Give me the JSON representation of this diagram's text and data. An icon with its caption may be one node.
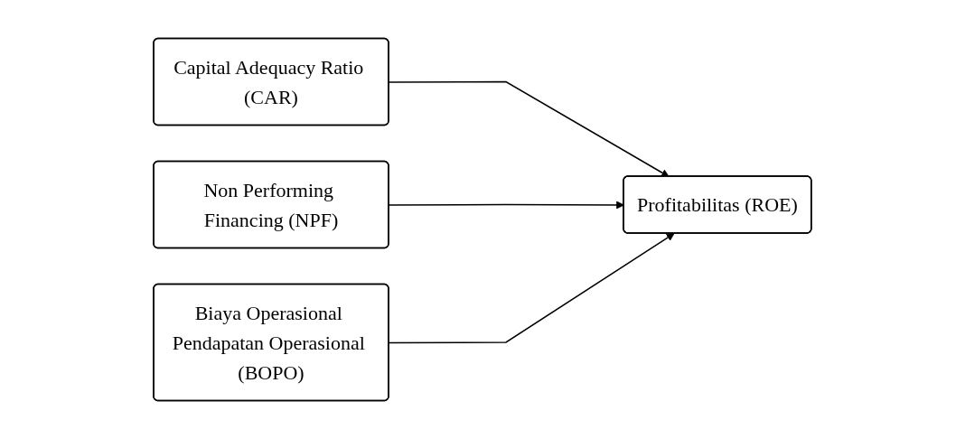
{
  "diagram": {
    "nodes": [
      {
        "text": [
          "Capital Adequacy Ratio (CAR)"
        ]
      },
      {
        "text": [
          "Non Performing Financing (NPF)"
        ]
      },
      {
        "text": [
          "Biaya Operasional Pendapatan Operasional (BOPO)"
        ]
      },
      {
        "text": [
          "Profitabilitas (ROE)"
        ]
      }
    ],
    "edges": [
      {
        "from": 0,
        "to": 3,
        "arrow": "to"
      },
      {
        "from": 1,
        "to": 3,
        "arrow": "to"
      },
      {
        "from": 2,
        "to": 3,
        "arrow": "to"
      }
    ]
  }
}
